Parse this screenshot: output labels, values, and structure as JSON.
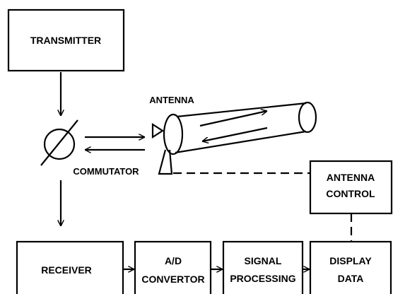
{
  "blocks": {
    "transmitter": "TRANSMITTER",
    "receiver": "RECEIVER",
    "ad_line1": "A/D",
    "ad_line2": "CONVERTOR",
    "signal_line1": "SIGNAL",
    "signal_line2": "PROCESSING",
    "display_line1": "DISPLAY",
    "display_line2": "DATA",
    "antenna_control_line1": "ANTENNA",
    "antenna_control_line2": "CONTROL"
  },
  "labels": {
    "antenna": "ANTENNA",
    "commutator": "COMMUTATOR"
  }
}
